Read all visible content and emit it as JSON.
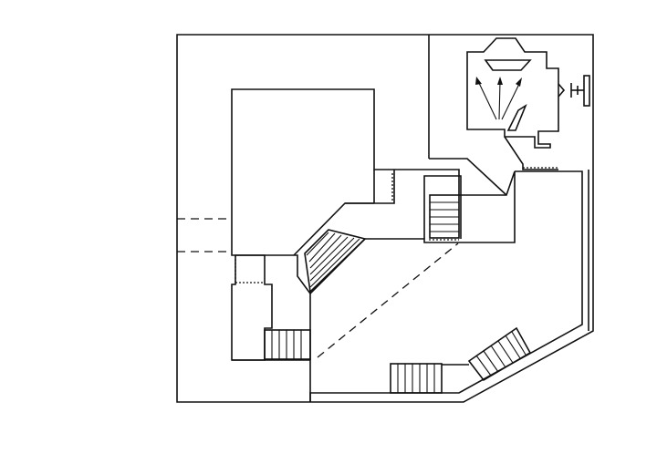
{
  "diagram": {
    "kind": "floor-plan",
    "style": "black line drawing on white",
    "colors": {
      "line": "#111111",
      "background": "#ffffff"
    },
    "stairways": [
      {
        "id": "stair-inner-diagonal",
        "treads": 6
      },
      {
        "id": "stair-right-block",
        "treads": 5
      },
      {
        "id": "stair-lower-left",
        "treads": 5
      },
      {
        "id": "stair-bottom-straight",
        "treads": 6
      },
      {
        "id": "stair-bottom-diagonal",
        "treads": 6
      }
    ],
    "projection_arrows": 3,
    "light_icon": "wall-lamp-icon"
  }
}
